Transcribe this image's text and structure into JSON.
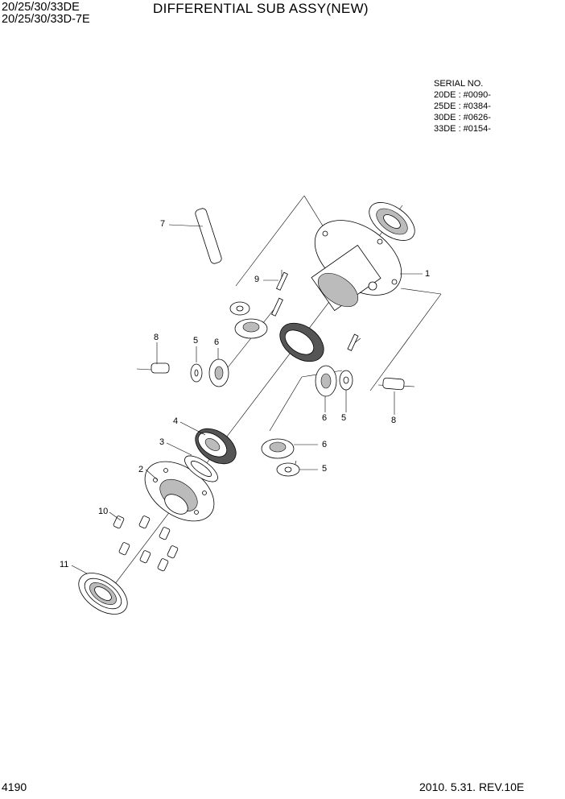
{
  "header": {
    "model_line1": "20/25/30/33DE",
    "model_line2": "20/25/30/33D-7E",
    "title": "DIFFERENTIAL SUB ASSY(NEW)"
  },
  "serial_block": {
    "heading": "SERIAL NO.",
    "lines": [
      "20DE : #0090-",
      "25DE : #0384-",
      "30DE : #0626-",
      "33DE : #0154-"
    ]
  },
  "callouts": [
    "1",
    "2",
    "3",
    "4",
    "5",
    "5",
    "5",
    "6",
    "6",
    "6",
    "7",
    "8",
    "8",
    "9",
    "10",
    "11"
  ],
  "footer": {
    "page_number": "4190",
    "revision": "2010. 5.31.  REV.10E"
  }
}
